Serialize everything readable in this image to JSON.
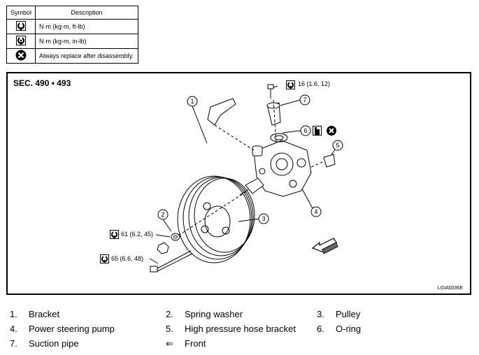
{
  "legend": {
    "headers": {
      "symbol": "Symbol",
      "description": "Description"
    },
    "rows": [
      {
        "icon": "torque-wrench-icon",
        "description": "N·m (kg-m, ft-lb)"
      },
      {
        "icon": "torque-wrench-inlb-icon",
        "description": "N·m (kg-m, in-lb)"
      },
      {
        "icon": "replace-x-icon",
        "description": "Always replace after disassembly."
      }
    ]
  },
  "figure": {
    "section": "SEC. 490 • 493",
    "code": "LGIA0036E",
    "torques": {
      "bolt_top": "16 (1.6, 12)",
      "washer": "61 (6.2, 45)",
      "long_bolt": "65 (6.6, 48)"
    },
    "callouts": [
      "1",
      "2",
      "3",
      "4",
      "5",
      "6",
      "7"
    ]
  },
  "parts": [
    {
      "num": "1.",
      "name": "Bracket"
    },
    {
      "num": "2.",
      "name": "Spring washer"
    },
    {
      "num": "3.",
      "name": "Pulley"
    },
    {
      "num": "4.",
      "name": "Power steering pump"
    },
    {
      "num": "5.",
      "name": "High pressure hose bracket"
    },
    {
      "num": "6.",
      "name": "O-ring"
    },
    {
      "num": "7.",
      "name": "Suction pipe"
    },
    {
      "num": "⇐",
      "name": "Front"
    }
  ]
}
